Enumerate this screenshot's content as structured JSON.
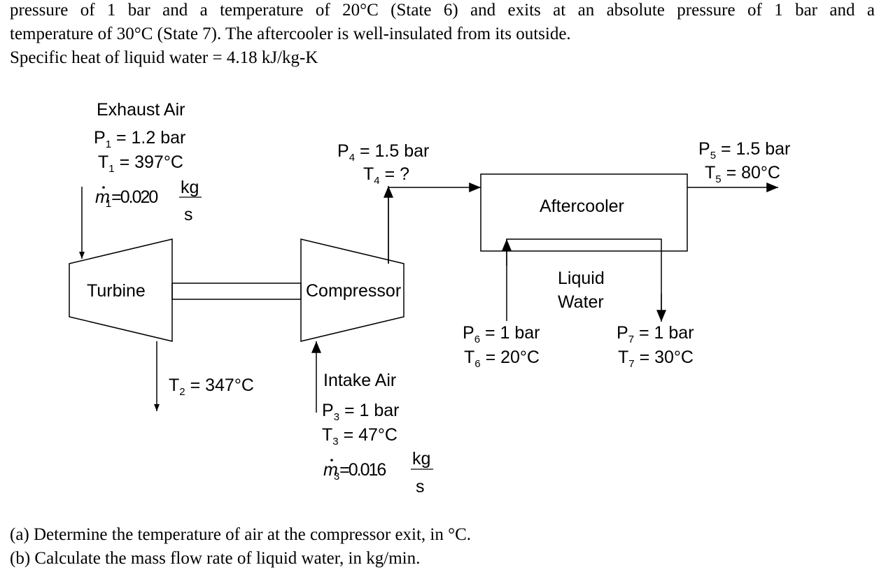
{
  "problem": {
    "line1": "pressure of 1 bar and a temperature of 20°C (State 6) and exits at an absolute pressure of 1 bar and a",
    "line2": "temperature of 30°C (State 7).  The aftercooler is well-insulated from its outside.",
    "line3": "Specific heat of liquid water = 4.18 kJ/kg-K",
    "question_a": "(a) Determine the temperature of air at the compressor exit, in °C.",
    "question_b": "(b) Calculate the mass flow rate of liquid water, in kg/min."
  },
  "diagram": {
    "exhaust": {
      "title": "Exhaust Air",
      "p_label": "P",
      "p_sub": "1",
      "p_value": " = 1.2 bar",
      "t_label": "T",
      "t_sub": "1",
      "t_value": " = 397°C",
      "m_symbol": "m",
      "m_sub": "1",
      "m_value": "=0.020",
      "unit_num": "kg",
      "unit_den": "s"
    },
    "turbine_label": "Turbine",
    "compressor_label": "Compressor",
    "aftercooler_label": "Aftercooler",
    "state2": {
      "t_label": "T",
      "t_sub": "2",
      "t_value": " = 347°C"
    },
    "state4": {
      "p_label": "P",
      "p_sub": "4",
      "p_value": " = 1.5 bar",
      "t_label": "T",
      "t_sub": "4",
      "t_value": " = ?"
    },
    "state5": {
      "p_label": "P",
      "p_sub": "5",
      "p_value": " = 1.5 bar",
      "t_label": "T",
      "t_sub": "5",
      "t_value": " = 80°C"
    },
    "water": {
      "line1": "Liquid",
      "line2": "Water"
    },
    "state6": {
      "p_label": "P",
      "p_sub": "6",
      "p_value": " = 1 bar",
      "t_label": "T",
      "t_sub": "6",
      "t_value": " = 20°C"
    },
    "state7": {
      "p_label": "P",
      "p_sub": "7",
      "p_value": " = 1 bar",
      "t_label": "T",
      "t_sub": "7",
      "t_value": " = 30°C"
    },
    "intake": {
      "title": "Intake Air",
      "p_label": "P",
      "p_sub": "3",
      "p_value": " = 1 bar",
      "t_label": "T",
      "t_sub": "3",
      "t_value": " = 47°C",
      "m_symbol": "m",
      "m_sub": "3",
      "m_value": "=0.016",
      "unit_num": "kg",
      "unit_den": "s"
    }
  }
}
